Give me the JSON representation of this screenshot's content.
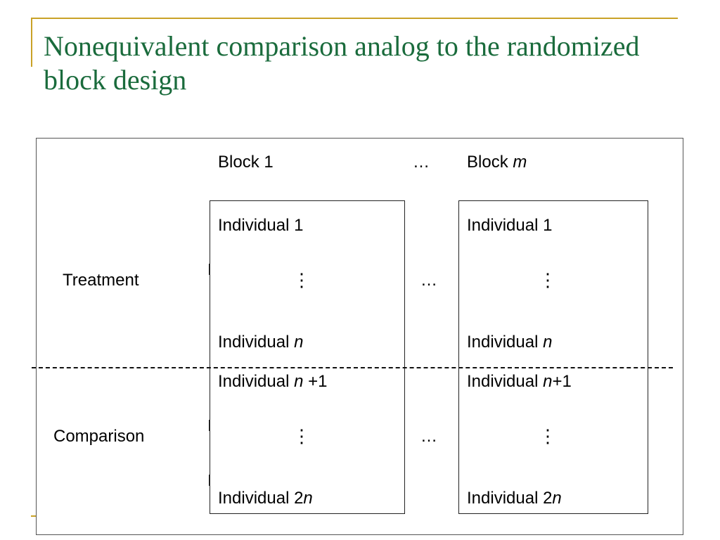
{
  "slide": {
    "title": "Nonequivalent comparison analog to the randomized block design"
  },
  "columns": {
    "block_first_prefix": "Block 1",
    "ellipsis": "…",
    "block_last_prefix": "Block ",
    "block_last_var": "m"
  },
  "rows": {
    "treatment_label": "Treatment",
    "comparison_label": "Comparison",
    "ellipsis": "…"
  },
  "cells": {
    "individual_1": "Individual 1",
    "individual_n_prefix": "Individual ",
    "individual_n_var": "n",
    "individual_n_plus_1_block1_prefix": "Individual ",
    "individual_n_plus_1_block1_var": "n",
    "individual_n_plus_1_block1_suffix": " +1",
    "individual_n_plus_1_blockm_prefix": "Individual ",
    "individual_n_plus_1_blockm_var": "n",
    "individual_n_plus_1_blockm_suffix": "+1",
    "individual_2n_prefix": "Individual 2",
    "individual_2n_var": "n",
    "vdots": "⋮"
  },
  "colors": {
    "title": "#1a6b3c",
    "accent_rule": "#c9a227"
  }
}
